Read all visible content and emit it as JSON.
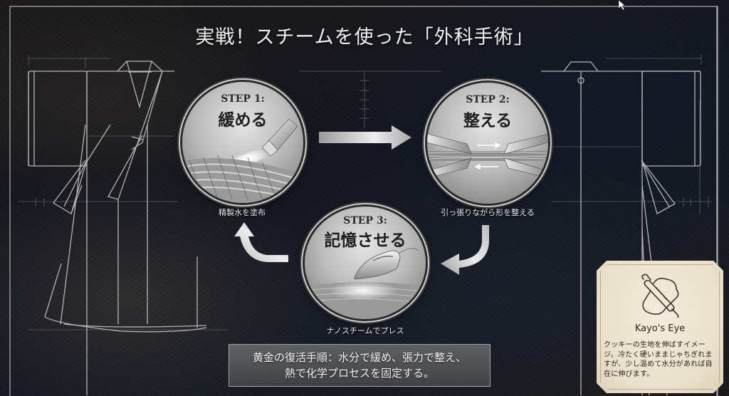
{
  "title": "実戦！スチームを使った「外科手術」",
  "steps": [
    {
      "label": "STEP 1:",
      "name": "緩める",
      "caption": "精製水を塗布",
      "icon": "spray-nozzle-icon"
    },
    {
      "label": "STEP 2:",
      "name": "整える",
      "caption": "引っ張りながら形を整える",
      "icon": "tweezers-stretch-icon"
    },
    {
      "label": "STEP 3:",
      "name": "記憶させる",
      "caption": "ナノスチームでプレス",
      "icon": "steam-iron-icon"
    }
  ],
  "summary": {
    "line1": "黄金の復活手順：水分で緩め、張力で整え、",
    "line2": "熱で化学プロセスを固定する。"
  },
  "tip_card": {
    "icon": "rolling-pin-dough-icon",
    "title": "Kayo's Eye",
    "body": "クッキーの生地を伸ばすイメージ。冷たく硬いままじゃちぎれますが、少し温めて水分があれば自在に伸びます。"
  },
  "colors": {
    "background": "#15171c",
    "line": "#cfcfcf",
    "medal": "#bdbdbd",
    "card": "#ede3cf",
    "text_light": "#f2f2f2",
    "text_dark": "#2b2520"
  }
}
